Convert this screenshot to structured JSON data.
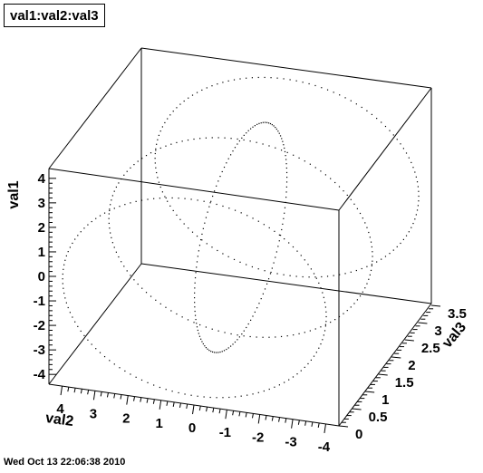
{
  "title": "val1:val2:val3",
  "footer": "Wed Oct 13 22:06:38 2010",
  "chart_data": {
    "type": "scatter",
    "title": "val1:val2:val3",
    "projection": "3d-box",
    "x_axis": {
      "label": "val2",
      "range": [
        -4.4,
        4.4
      ],
      "ticks": [
        "4",
        "3",
        "2",
        "1",
        "0",
        "-1",
        "-2",
        "-3",
        "-4"
      ]
    },
    "y_axis": {
      "label": "val3",
      "range": [
        0,
        3.5
      ],
      "ticks": [
        "0",
        "0.5",
        "1",
        "1.5",
        "2",
        "2.5",
        "3",
        "3.5"
      ]
    },
    "z_axis": {
      "label": "val1",
      "range": [
        -4.4,
        4.4
      ],
      "ticks": [
        "4",
        "3",
        "2",
        "1",
        "0",
        "-1",
        "-2",
        "-3",
        "-4"
      ]
    },
    "series": [
      {
        "shape": "ring",
        "plane": "val2-val1",
        "radius": 4,
        "val3": 0.0
      },
      {
        "shape": "ring",
        "plane": "val2-val1",
        "radius": 4,
        "val3": 1.75
      },
      {
        "shape": "ring",
        "plane": "val2-val1",
        "radius": 4,
        "val3": 3.5
      },
      {
        "shape": "ring",
        "plane": "val3-val1",
        "center_val3": 1.75,
        "radius_val3": 1.75,
        "radius_val1": 4,
        "val2": 0.0
      }
    ],
    "marker": "dot",
    "color": "#000000"
  }
}
